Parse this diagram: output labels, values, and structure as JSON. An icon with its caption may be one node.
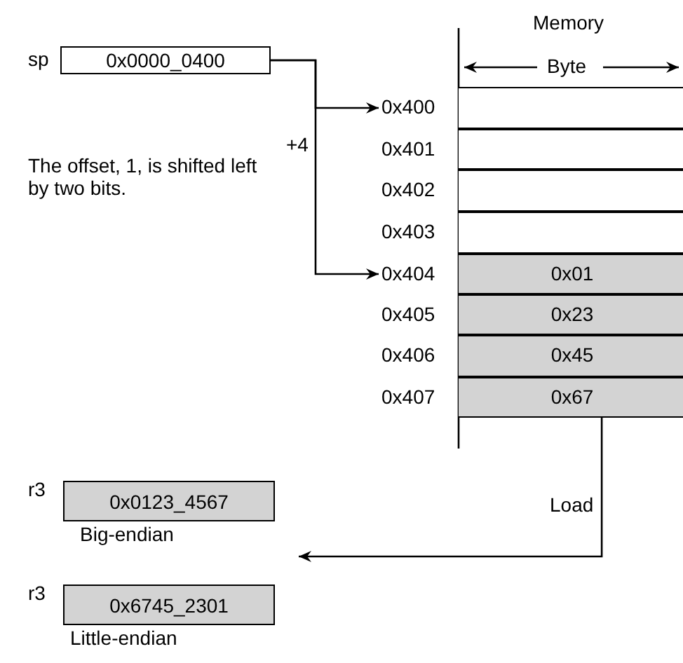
{
  "diagram": {
    "nodes": [
      {
        "text": [
          "0x0000_0400"
        ],
        "beside": [
          "sp"
        ]
      },
      {
        "text": [],
        "shape": "box",
        "beside": [
          "0x400"
        ]
      },
      {
        "text": [],
        "shape": "box",
        "beside": [
          "0x401"
        ]
      },
      {
        "text": [],
        "shape": "box",
        "beside": [
          "0x402"
        ]
      },
      {
        "text": [],
        "shape": "box",
        "beside": [
          "0x403"
        ]
      },
      {
        "text": [
          "0x01"
        ],
        "beside": [
          "0x404"
        ]
      },
      {
        "text": [
          "0x23"
        ],
        "beside": [
          "0x405"
        ]
      },
      {
        "text": [
          "0x45"
        ],
        "beside": [
          "0x406"
        ]
      },
      {
        "text": [
          "0x67"
        ],
        "beside": [
          "0x407"
        ]
      },
      {
        "text": [
          "0x0123_4567"
        ],
        "beside": [
          "r3",
          "Big-endian"
        ]
      },
      {
        "text": [
          "0x6745_2301"
        ],
        "beside": [
          "r3",
          "Little-endian"
        ]
      }
    ],
    "edges": [
      {
        "from": 0,
        "to": 1,
        "arrow": "to"
      },
      {
        "from": 0,
        "to": 5,
        "arrow": "to",
        "label": "+4"
      },
      {
        "from": 8,
        "to": null,
        "arrow": "to",
        "label": "Load"
      }
    ],
    "labels": [
      "Memory",
      "Byte",
      "The offset, 1, is shifted left by two bits."
    ]
  }
}
